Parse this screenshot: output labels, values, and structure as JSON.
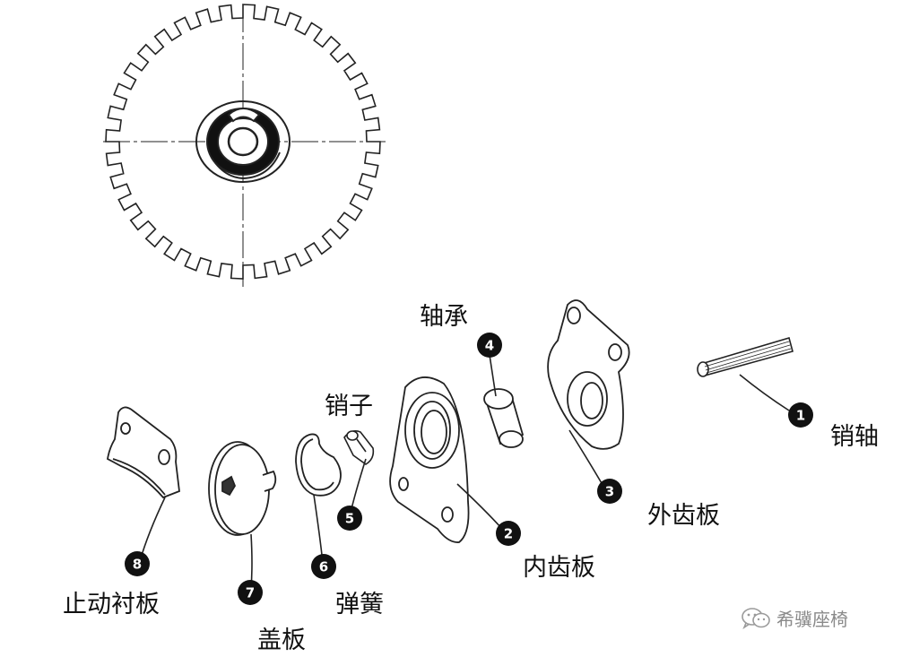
{
  "parts": [
    {
      "id": "part-1",
      "number": "1",
      "label": "销轴"
    },
    {
      "id": "part-2",
      "number": "2",
      "label": "内齿板"
    },
    {
      "id": "part-3",
      "number": "3",
      "label": "外齿板"
    },
    {
      "id": "part-4",
      "number": "4",
      "label": "轴承"
    },
    {
      "id": "part-5",
      "number": "5",
      "label": "销子"
    },
    {
      "id": "part-6",
      "number": "6",
      "label": "弹簧"
    },
    {
      "id": "part-7",
      "number": "7",
      "label": "盖板"
    },
    {
      "id": "part-8",
      "number": "8",
      "label": "止动衬板"
    }
  ],
  "watermark": {
    "text": "希骥座椅",
    "icon": "wechat-icon"
  }
}
